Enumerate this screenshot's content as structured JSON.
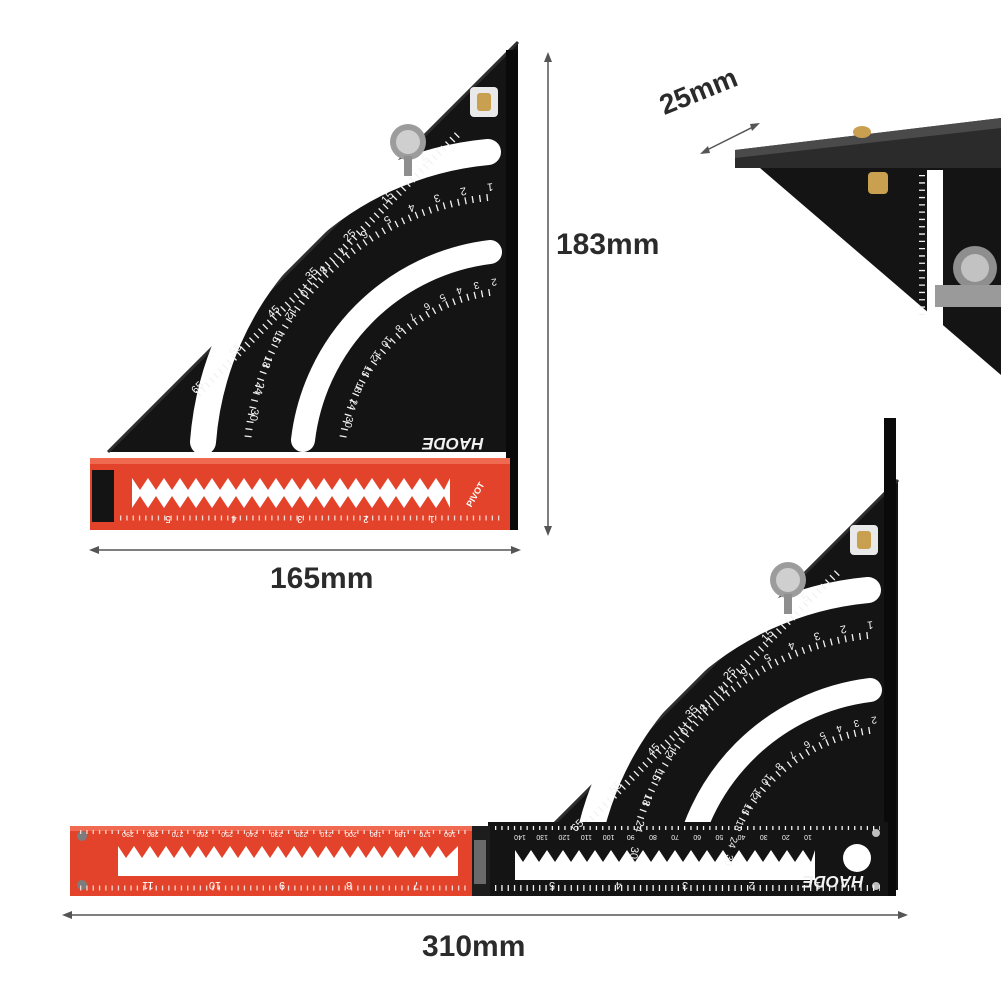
{
  "dimensions": {
    "height": "183mm",
    "width_folded": "165mm",
    "width_unfolded": "310mm",
    "thickness": "25mm"
  },
  "brand": "HAODE",
  "pivot_label": "PIVOT",
  "colors": {
    "body": "#141414",
    "arm": "#e2432a",
    "marking": "#f2f2f2",
    "dimension_line": "#555555",
    "dimension_text": "#2b2b2b"
  },
  "degree_scale": [
    "65",
    "55",
    "45",
    "35",
    "25",
    "15",
    "5"
  ],
  "common_scale": [
    "30",
    "24",
    "18",
    "15",
    "12",
    "10",
    "8",
    "7",
    "6",
    "5",
    "4",
    "3",
    "2",
    "1"
  ],
  "hip_scale": [
    "30",
    "24",
    "18",
    "15",
    "12",
    "10",
    "8",
    "7",
    "6",
    "5",
    "4",
    "3",
    "2"
  ],
  "arm_inch_scale": [
    "5",
    "4",
    "3",
    "2",
    "1"
  ],
  "base_inch_scale": [
    "5",
    "4",
    "3",
    "2",
    "1"
  ],
  "extended_inch_scale": [
    "11",
    "10",
    "9",
    "8",
    "7"
  ],
  "base_mm_scale": [
    "140",
    "130",
    "120",
    "110",
    "100",
    "90",
    "80",
    "70",
    "60",
    "50",
    "40",
    "30",
    "20",
    "10"
  ],
  "extended_mm_scale": [
    "290",
    "280",
    "270",
    "260",
    "250",
    "240",
    "230",
    "220",
    "210",
    "200",
    "190",
    "180",
    "170",
    "160"
  ]
}
